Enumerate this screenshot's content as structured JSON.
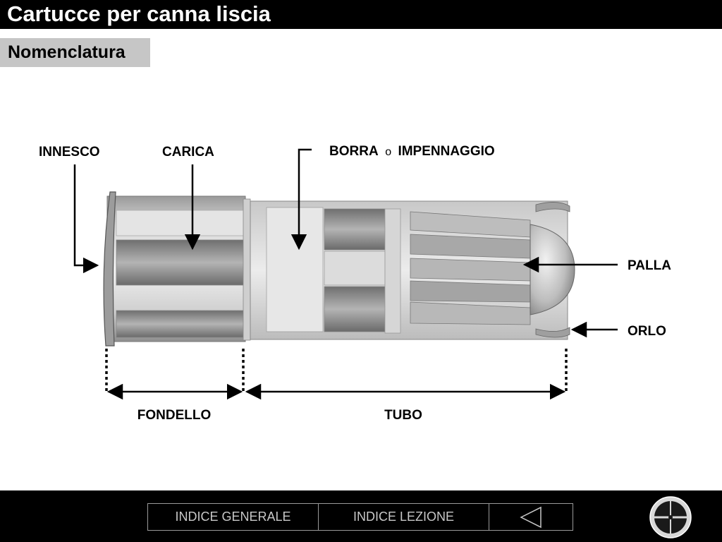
{
  "header": {
    "title": "Cartucce per canna liscia",
    "section": "Nomenclatura"
  },
  "diagram": {
    "labels": {
      "innesco": "INNESCO",
      "carica": "CARICA",
      "borra": "BORRA",
      "borra_connector": "o",
      "impennaggio": "IMPENNAGGIO",
      "palla": "PALLA",
      "orlo": "ORLO",
      "fondello": "FONDELLO",
      "tubo": "TUBO"
    }
  },
  "footer": {
    "nav": {
      "general_index": "INDICE GENERALE",
      "lesson_index": "INDICE LEZIONE",
      "back_icon": "triangle-left-icon"
    },
    "crosshair_icon": "crosshair-icon"
  },
  "colors": {
    "bar": "#000000",
    "section_tab": "#c6c6c6",
    "nav_text": "#c8c8c8",
    "nav_border": "#9a9a9a"
  }
}
